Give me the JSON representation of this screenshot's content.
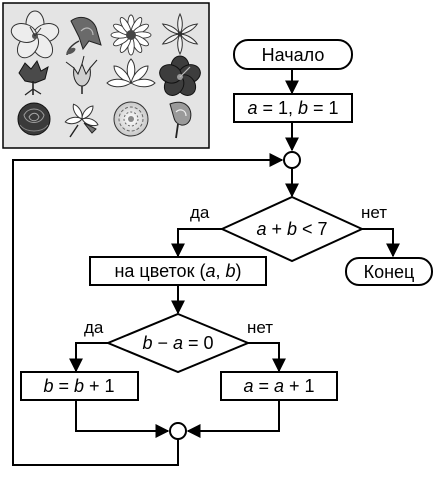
{
  "flowchart": {
    "start_label": "Начало",
    "init": {
      "a": "a",
      "eq1": " = 1, ",
      "b": "b",
      "eq2": " = 1"
    },
    "cond1": {
      "a": "a",
      "plus": " + ",
      "b": "b",
      "rest": " < 7"
    },
    "cond1_yes": "да",
    "cond1_no": "нет",
    "end_label": "Конец",
    "action": {
      "pre": "на цветок (",
      "a": "a",
      "comma": ", ",
      "b": "b",
      "post": ")"
    },
    "cond2": {
      "b": "b",
      "minus": " − ",
      "a": "a",
      "rest": " = 0"
    },
    "cond2_yes": "да",
    "cond2_no": "нет",
    "assign_b": {
      "b1": "b",
      "eq": " = ",
      "b2": "b",
      "rest": " + 1"
    },
    "assign_a": {
      "a1": "a",
      "eq": " = ",
      "a2": "a",
      "rest": " + 1"
    }
  },
  "flowers": {
    "items": [
      "hibiscus-flower",
      "bell-flower",
      "daisy-flower",
      "lily-flower",
      "carnation-flower",
      "tulip-flower",
      "lotus-flower",
      "hibiscus-dark-flower",
      "rose-flower",
      "daffodil-flower",
      "peony-flower",
      "calla-flower"
    ]
  }
}
